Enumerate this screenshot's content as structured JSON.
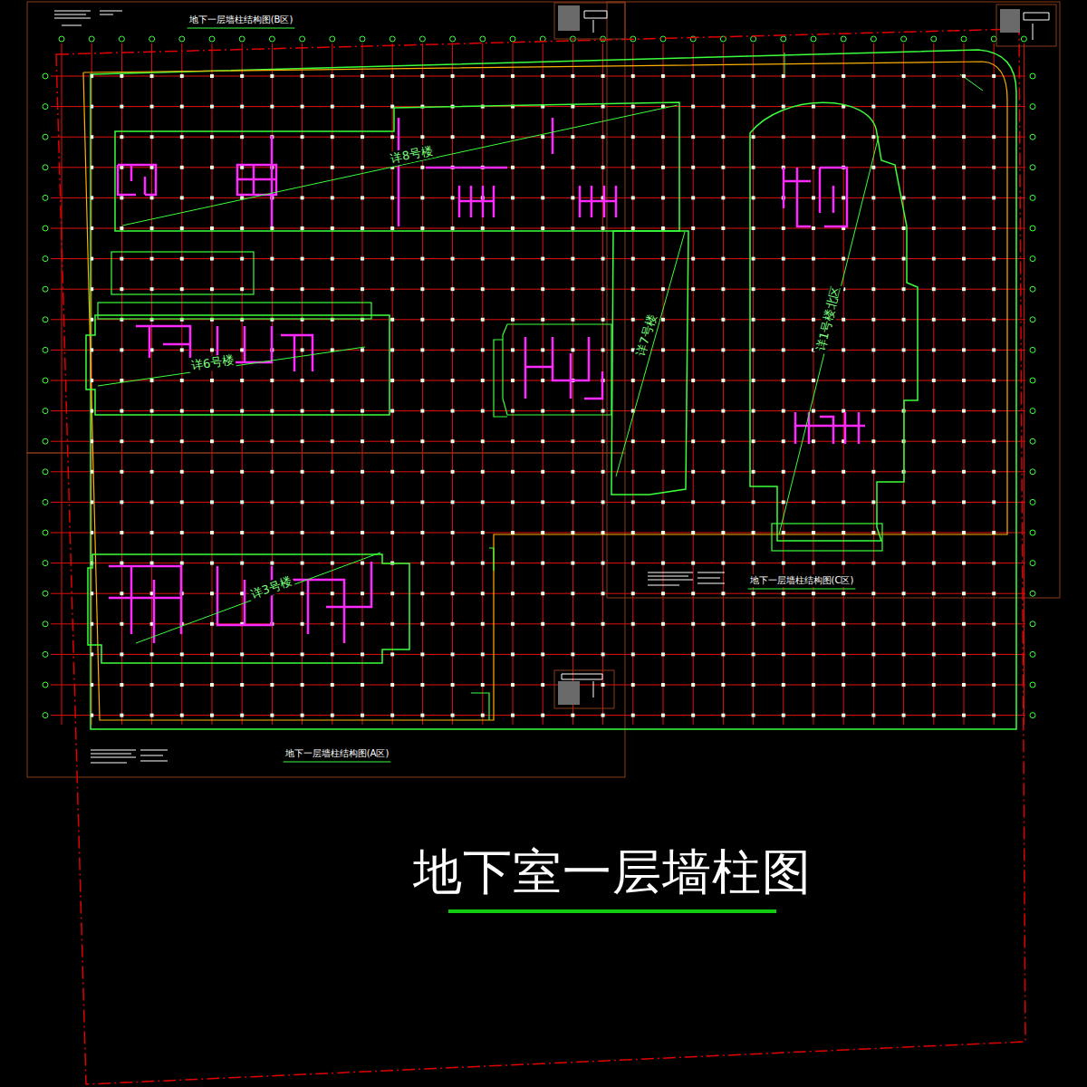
{
  "diagram": {
    "title": "地下室一层墙柱图",
    "nodes": [
      {
        "text": [
          "详8号楼"
        ]
      },
      {
        "text": [
          "详6号楼"
        ]
      },
      {
        "text": [
          "详7号楼"
        ]
      },
      {
        "text": [
          "详1号楼北区"
        ]
      },
      {
        "text": [
          "详3号楼"
        ]
      }
    ],
    "labels": [
      "地下一层墙柱结构图(B区)",
      "地下一层墙柱结构图(C区)",
      "地下一层墙柱结构图(A区)"
    ]
  }
}
